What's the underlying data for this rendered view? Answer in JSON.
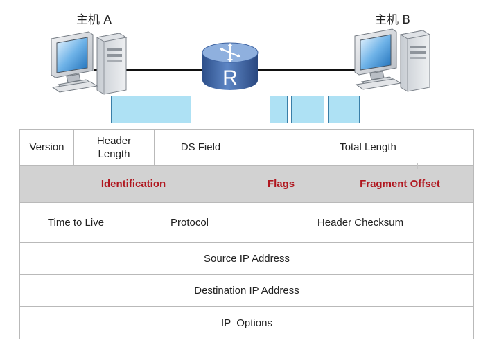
{
  "hosts": {
    "host_a": "主机 A",
    "host_b": "主机 B"
  },
  "router_letter": "R",
  "ip_header": {
    "row1": {
      "version": "Version",
      "header_length": "Header Length",
      "ds_field": "DS Field",
      "total_length": "Total Length"
    },
    "row2": {
      "identification": "Identification",
      "flags": "Flags",
      "fragment_offset": "Fragment Offset"
    },
    "row3": {
      "ttl": "Time to Live",
      "protocol": "Protocol",
      "header_checksum": "Header Checksum"
    },
    "row4": {
      "source_ip": "Source IP Address"
    },
    "row5": {
      "destination_ip": "Destination IP Address"
    },
    "row6": {
      "ip_options": "IP  Options"
    }
  },
  "colors": {
    "highlight_text": "#b0171f",
    "highlight_row": "#d2d2d2",
    "packet_fill": "#aee1f4",
    "packet_border": "#3a7fa8",
    "router_body": "#3f67a6"
  }
}
